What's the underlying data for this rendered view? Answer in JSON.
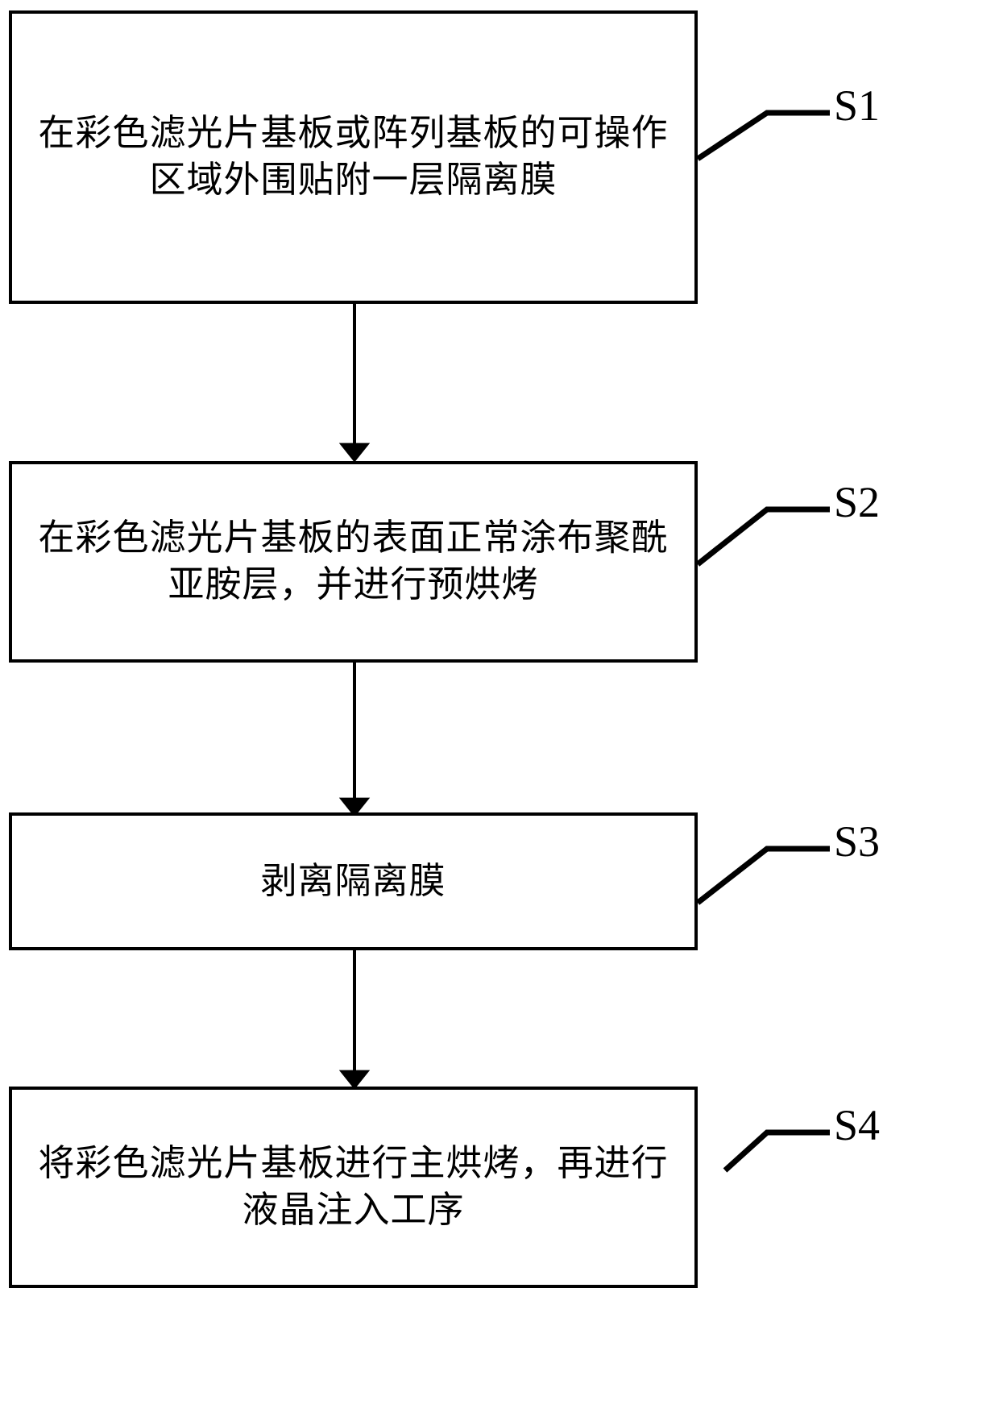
{
  "diagram": {
    "type": "flowchart",
    "orientation": "vertical",
    "background_color": "#ffffff",
    "line_color": "#000000",
    "nodes": [
      {
        "id": "S1",
        "text": "在彩色滤光片基板或阵列基板的可操作区域外围贴附一层隔离膜",
        "step_label": "S1"
      },
      {
        "id": "S2",
        "text": "在彩色滤光片基板的表面正常涂布聚酰亚胺层，并进行预烘烤",
        "step_label": "S2"
      },
      {
        "id": "S3",
        "text": "剥离隔离膜",
        "step_label": "S3"
      },
      {
        "id": "S4",
        "text": "将彩色滤光片基板进行主烘烤，再进行液晶注入工序",
        "step_label": "S4"
      }
    ],
    "connectors": [
      {
        "from": "S1",
        "to": "S2",
        "kind": "arrow-down"
      },
      {
        "from": "S2",
        "to": "S3",
        "kind": "arrow-down"
      },
      {
        "from": "S3",
        "to": "S4",
        "kind": "arrow-down"
      }
    ]
  }
}
